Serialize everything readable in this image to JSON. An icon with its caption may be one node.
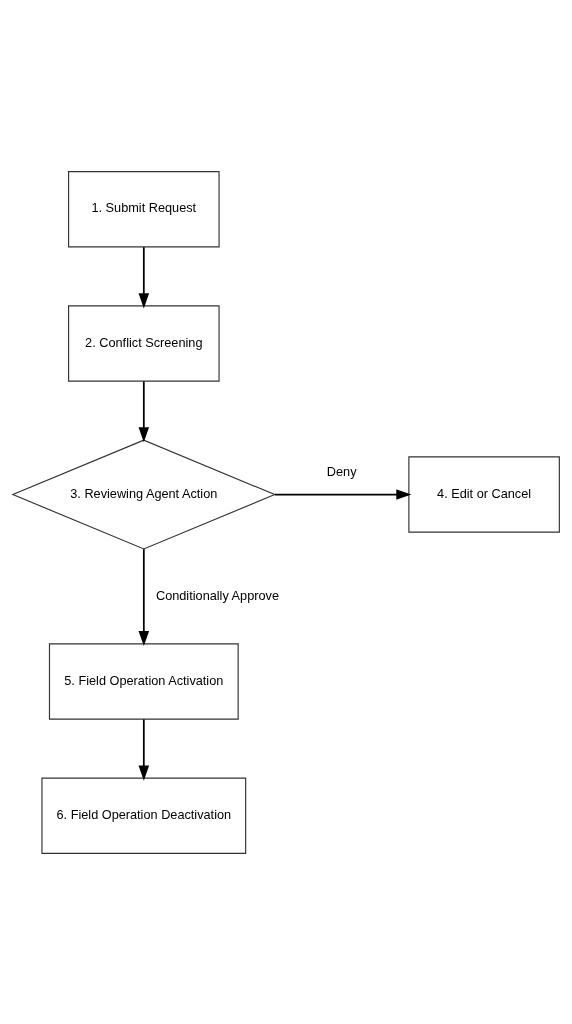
{
  "diagram": {
    "nodes": [
      {
        "text": [
          "1. Submit Request"
        ]
      },
      {
        "text": [
          "2. Conflict Screening"
        ]
      },
      {
        "text": [
          "3. Reviewing Agent Action"
        ]
      },
      {
        "text": [
          "4. Edit or Cancel"
        ]
      },
      {
        "text": [
          "5. Field Operation Activation"
        ]
      },
      {
        "text": [
          "6. Field Operation Deactivation"
        ]
      }
    ],
    "edges": [
      {
        "from": 0,
        "to": 1,
        "arrow": "to"
      },
      {
        "from": 1,
        "to": 2,
        "arrow": "to"
      },
      {
        "from": 2,
        "to": 3,
        "arrow": "to",
        "label": "Deny"
      },
      {
        "from": 2,
        "to": 4,
        "arrow": "to",
        "label": "Conditionally Approve"
      },
      {
        "from": 4,
        "to": 5,
        "arrow": "to"
      }
    ]
  }
}
